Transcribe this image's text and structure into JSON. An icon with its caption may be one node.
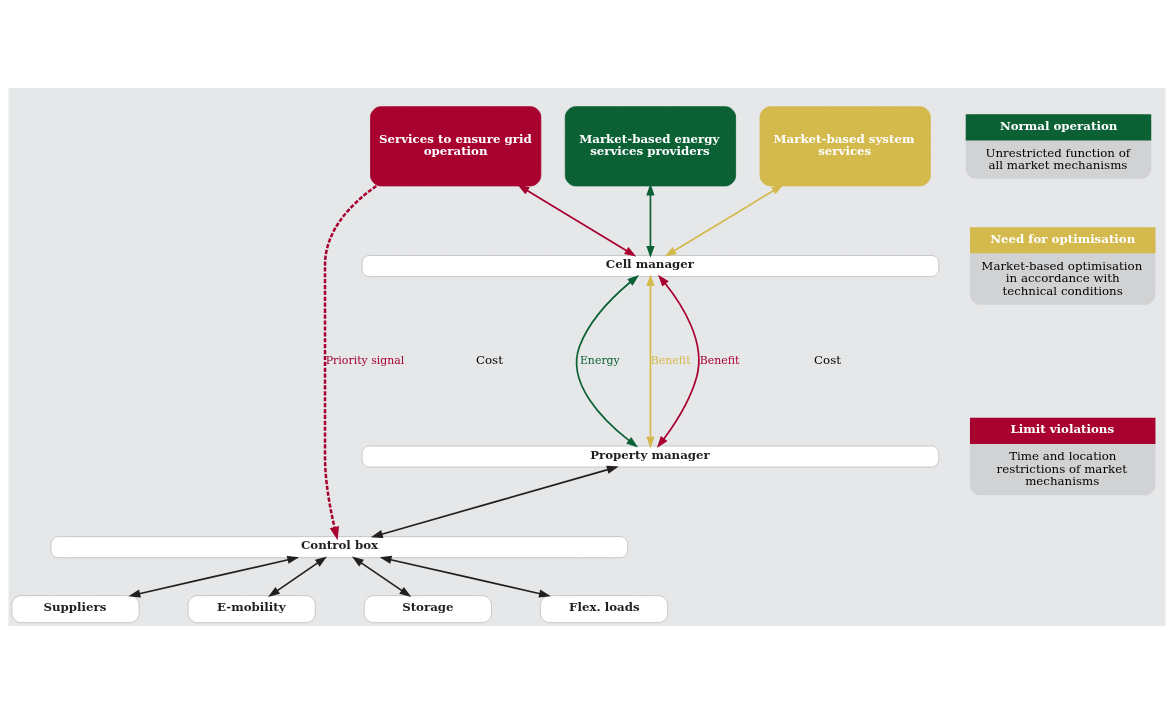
{
  "diagram": {
    "nodes": [
      {
        "text": [
          "Market-based energy services providers"
        ]
      },
      {
        "text": [
          "Market-based system services"
        ]
      },
      {
        "text": [
          "Services to ensure grid operation"
        ]
      },
      {
        "text": [
          "Cell manager"
        ]
      },
      {
        "text": [
          "Property manager"
        ]
      },
      {
        "text": [
          "Control box"
        ]
      },
      {
        "text": [
          "Suppliers"
        ]
      },
      {
        "text": [
          "E-mobility"
        ]
      },
      {
        "text": [
          "Storage"
        ]
      },
      {
        "text": [
          "Flex. loads"
        ]
      },
      {
        "text": [
          "Normal operation",
          "Unrestricted function of all market mechanisms"
        ]
      },
      {
        "text": [
          "Need for optimisation",
          "Market-based optimisation in accordance with technical conditions"
        ]
      },
      {
        "text": [
          "Limit violations",
          "Time and location restrictions of market mechanisms"
        ]
      }
    ],
    "edges": [
      {
        "from": 0,
        "to": 3,
        "arrow": "both",
        "color": "#0b6134"
      },
      {
        "from": 1,
        "to": 3,
        "arrow": "both",
        "color": "#d4b94c"
      },
      {
        "from": 2,
        "to": 3,
        "arrow": "both",
        "color": "#a8002f"
      },
      {
        "from": 3,
        "to": 4,
        "arrow": "both",
        "label": "Energy",
        "color": "#0b6134"
      },
      {
        "from": 3,
        "to": 4,
        "arrow": "both",
        "label": "Benefit",
        "color": "#d4b94c"
      },
      {
        "from": 3,
        "to": 4,
        "arrow": "both",
        "label": "Benefit",
        "color": "#a8002f"
      },
      {
        "from": 2,
        "to": 5,
        "arrow": "to",
        "label": "Priority signal",
        "style": "dashed",
        "color": "#a8002f"
      },
      {
        "from": 4,
        "to": 5,
        "arrow": "both"
      },
      {
        "from": 5,
        "to": 6,
        "arrow": "both"
      },
      {
        "from": 5,
        "to": 7,
        "arrow": "both"
      },
      {
        "from": 5,
        "to": 8,
        "arrow": "both"
      },
      {
        "from": 5,
        "to": 9,
        "arrow": "both"
      }
    ],
    "labels": [
      "Cost",
      "Cost"
    ]
  }
}
